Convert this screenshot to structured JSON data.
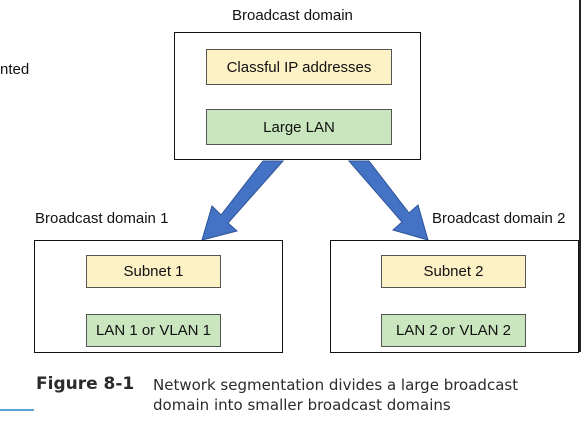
{
  "colors": {
    "pill_yellow": "#fdf1c6",
    "pill_green": "#c9e6bf",
    "arrow_blue": "#4472c4",
    "caption_rule": "#5ba3d9"
  },
  "fragment_left": "nted",
  "top_domain": {
    "label": "Broadcast domain",
    "address_pill": "Classful IP addresses",
    "lan_pill": "Large LAN"
  },
  "left_domain": {
    "label": "Broadcast domain 1",
    "subnet_pill": "Subnet 1",
    "lan_pill": "LAN 1 or VLAN 1"
  },
  "right_domain": {
    "label": "Broadcast domain 2",
    "subnet_pill": "Subnet 2",
    "lan_pill": "LAN 2 or VLAN 2"
  },
  "caption": {
    "number": "Figure 8-1",
    "text": "Network segmentation divides a large broadcast domain into smaller broadcast domains"
  }
}
